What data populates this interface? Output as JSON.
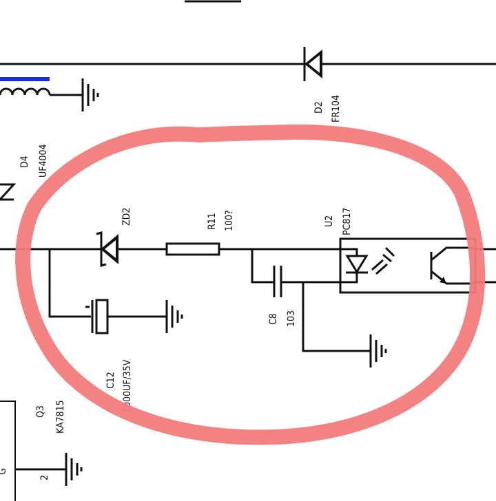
{
  "components": {
    "d2": {
      "ref": "D2",
      "value": "FR104"
    },
    "d4": {
      "ref": "D4",
      "value": "UF4004"
    },
    "zd2": {
      "ref": "ZD2"
    },
    "r11": {
      "ref": "R11",
      "value": "100?"
    },
    "u2": {
      "ref": "U2",
      "value": "PC817"
    },
    "c8": {
      "ref": "C8",
      "value": "103"
    },
    "c12": {
      "ref": "C12",
      "value": "1000UF/35V"
    },
    "q3": {
      "ref": "Q3",
      "value": "KA7815",
      "pin_label": "2",
      "pin_name": "G"
    }
  },
  "colors": {
    "highlight": "#f27b7b",
    "inductor_core": "#1a2fd6",
    "wire": "#111111"
  }
}
